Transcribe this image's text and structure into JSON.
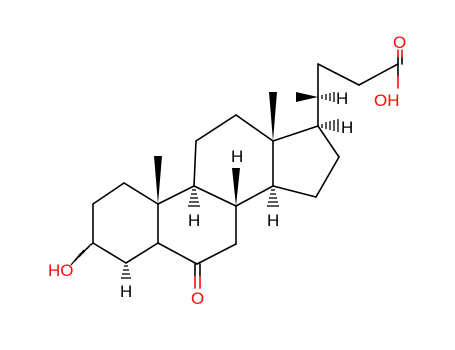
{
  "colors": {
    "bond": "#000000",
    "oxygen": "#ff0d0d",
    "background": "#ffffff"
  },
  "atoms": {
    "ho_3": "HO",
    "h_5": "H",
    "o_6": "O",
    "h_8": "H",
    "h_9": "H",
    "h_14": "H",
    "h_17": "H",
    "h_20": "H",
    "o_acid_carbonyl": "O",
    "oh_acid": "OH"
  }
}
